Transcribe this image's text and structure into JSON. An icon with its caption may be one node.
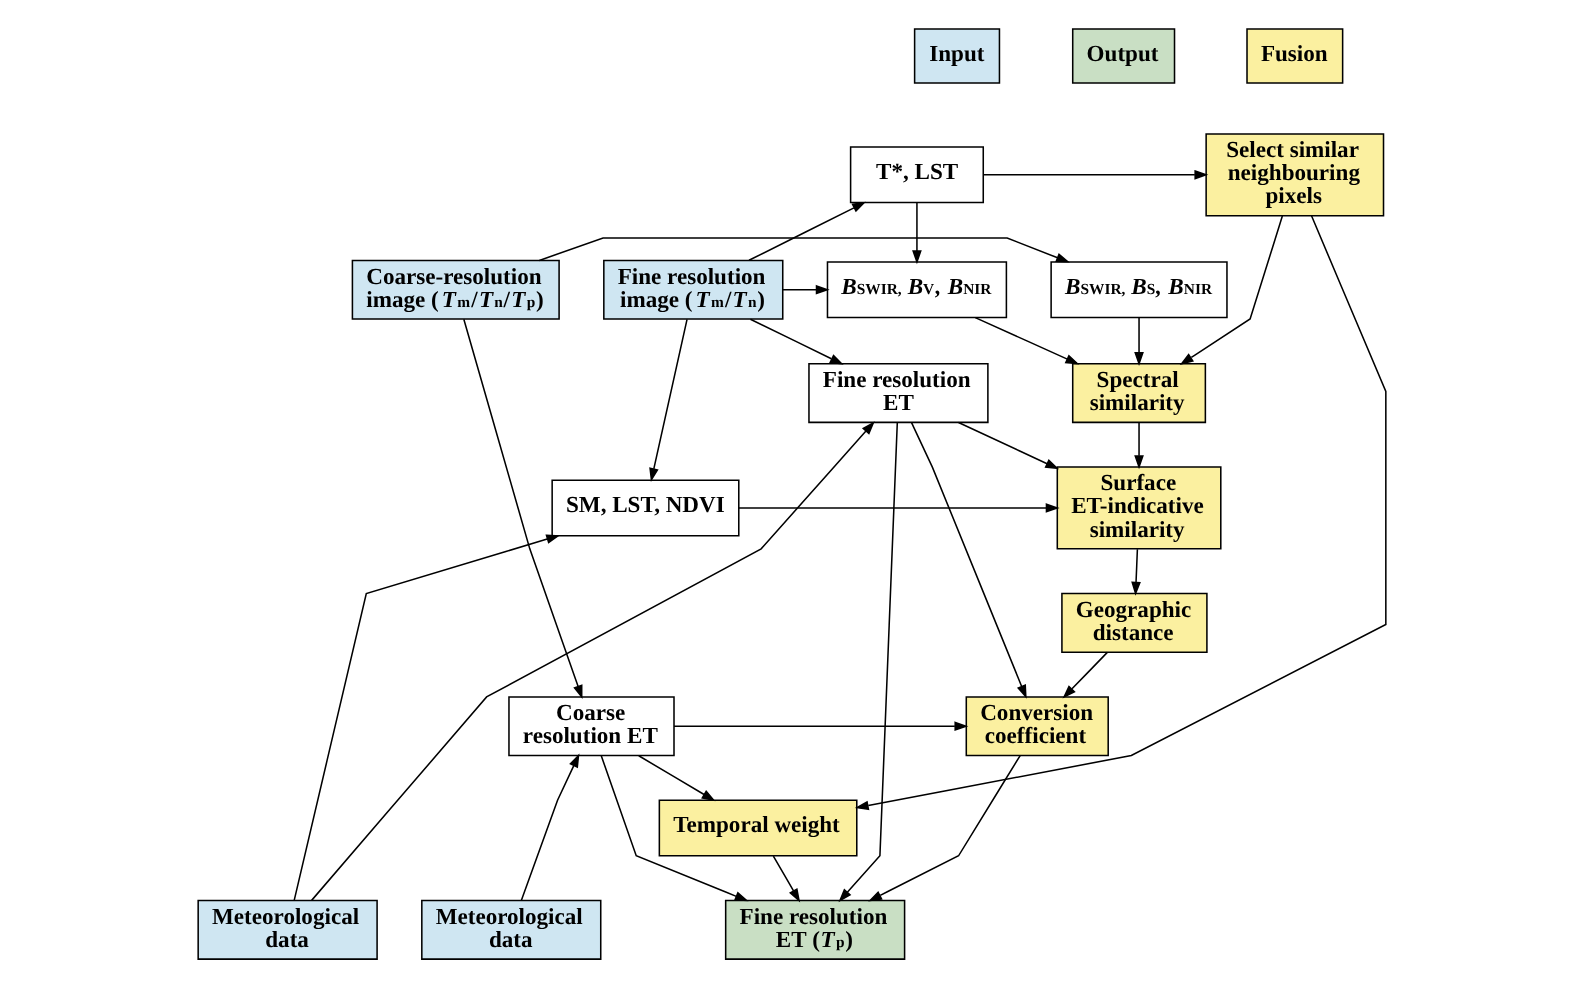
{
  "diagram": {
    "nodes": [
      {
        "text": [
          "Select similar neighbouring pixels"
        ]
      },
      {
        "text": [
          "T*, LST"
        ]
      },
      {
        "text": [
          "Coarse-resolution image (*T*$_{m}$/*T*$_{n}$/*T*$_{p}$)"
        ]
      },
      {
        "text": [
          "*B*$_{SWIR,}$ *B*$_{S}$*,* *B*$_{NIR}$"
        ]
      },
      {
        "text": [
          "*B*$_{SWIR,}$ *B*$_{V}$*,* *B*$_{NIR}$"
        ]
      },
      {
        "text": [
          "Fine resolution image (*T*$_{m}$/*T*$_{n}$)"
        ]
      },
      {
        "text": [
          "Spectral similarity"
        ]
      },
      {
        "text": [
          "SM, LST, NDVI"
        ]
      },
      {
        "text": [
          "Temporal weight"
        ]
      },
      {
        "text": [
          "Surface ET-indicative similarity"
        ]
      },
      {
        "text": [
          "Fine resolution ET"
        ]
      },
      {
        "text": [
          "Geographic distance"
        ]
      },
      {
        "text": [
          "Coarse resolution ET"
        ]
      },
      {
        "text": [
          "Conversion coefficient"
        ]
      },
      {
        "text": [
          "Meteorological data"
        ]
      },
      {
        "text": [
          "Fine resolution ET (*T*$_{p}$)"
        ]
      },
      {
        "text": [
          "Meteorological data"
        ]
      }
    ],
    "edges": [
      {
        "from": 1,
        "to": 0,
        "arrow": "to"
      },
      {
        "from": 5,
        "to": 1,
        "arrow": "to"
      },
      {
        "from": 1,
        "to": 4,
        "arrow": "to"
      },
      {
        "from": 2,
        "to": 3,
        "arrow": "to"
      },
      {
        "from": 5,
        "to": 4,
        "arrow": "to"
      },
      {
        "from": 0,
        "to": 6,
        "arrow": "to"
      },
      {
        "from": 3,
        "to": 6,
        "arrow": "to"
      },
      {
        "from": 4,
        "to": 6,
        "arrow": "to"
      },
      {
        "from": 0,
        "to": 8,
        "arrow": "to"
      },
      {
        "from": 5,
        "to": 7,
        "arrow": "to"
      },
      {
        "from": 16,
        "to": 7,
        "arrow": "to"
      },
      {
        "from": 5,
        "to": 10,
        "arrow": "to"
      },
      {
        "from": 16,
        "to": 10,
        "arrow": "to"
      },
      {
        "from": 6,
        "to": 9,
        "arrow": "to"
      },
      {
        "from": 7,
        "to": 9,
        "arrow": "to"
      },
      {
        "from": 10,
        "to": 9,
        "arrow": "to"
      },
      {
        "from": 9,
        "to": 11,
        "arrow": "to"
      },
      {
        "from": 11,
        "to": 13,
        "arrow": "to"
      },
      {
        "from": 10,
        "to": 13,
        "arrow": "to"
      },
      {
        "from": 2,
        "to": 12,
        "arrow": "to"
      },
      {
        "from": 14,
        "to": 12,
        "arrow": "to"
      },
      {
        "from": 12,
        "to": 8,
        "arrow": "to"
      },
      {
        "from": 12,
        "to": 13,
        "arrow": "to"
      },
      {
        "from": 13,
        "to": 15,
        "arrow": "to"
      },
      {
        "from": 8,
        "to": 15,
        "arrow": "to"
      },
      {
        "from": 12,
        "to": 15,
        "arrow": "to"
      },
      {
        "from": 10,
        "to": 15,
        "arrow": "to"
      }
    ],
    "legend": [
      {
        "text": "Input",
        "color": "#cfe6f2"
      },
      {
        "text": "Output",
        "color": "#c9dfc4"
      },
      {
        "text": "Fusion",
        "color": "#fbf0a0"
      }
    ]
  }
}
